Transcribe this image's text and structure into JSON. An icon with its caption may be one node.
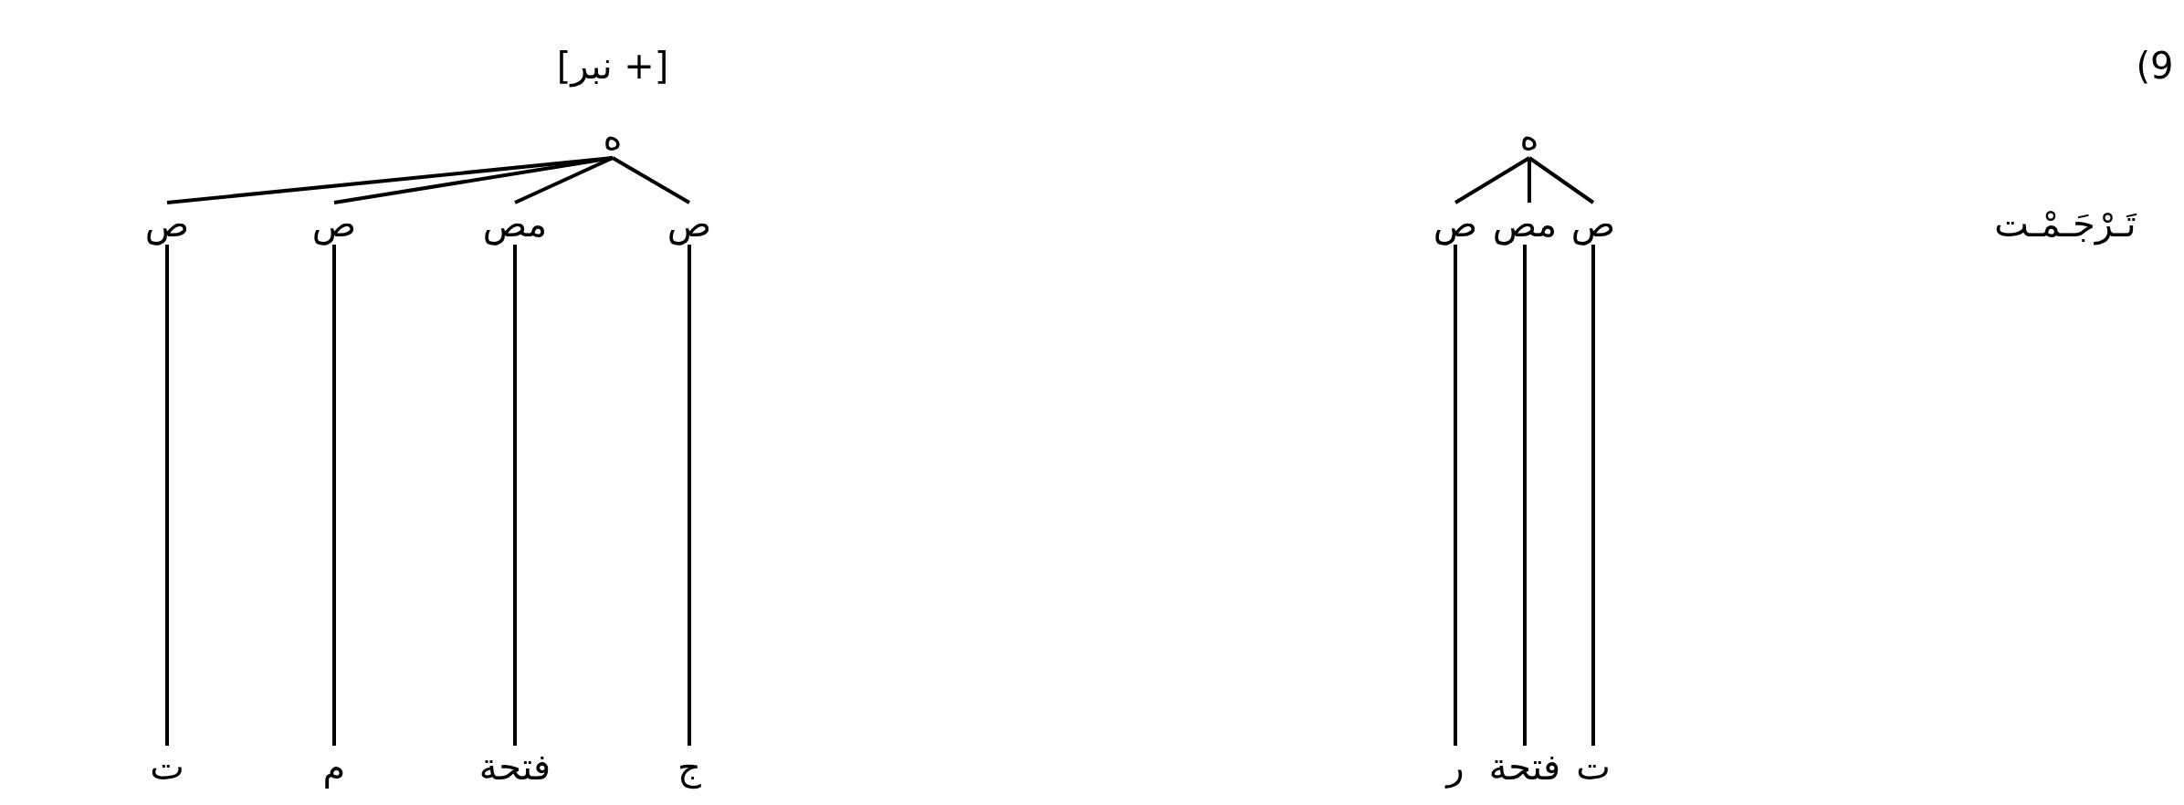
{
  "diagram": {
    "nodes": [
      {
        "text": [
          "ه"
        ]
      },
      {
        "text": [
          "ص"
        ]
      },
      {
        "text": [
          "مص"
        ]
      },
      {
        "text": [
          "ص"
        ]
      },
      {
        "text": [
          "ت"
        ]
      },
      {
        "text": [
          "فتحة"
        ]
      },
      {
        "text": [
          "ر"
        ]
      },
      {
        "text": [
          "ه"
        ]
      },
      {
        "text": [
          "ص"
        ]
      },
      {
        "text": [
          "مص"
        ]
      },
      {
        "text": [
          "ص"
        ]
      },
      {
        "text": [
          "ص"
        ]
      },
      {
        "text": [
          "ج"
        ]
      },
      {
        "text": [
          "فتحة"
        ]
      },
      {
        "text": [
          "م"
        ]
      },
      {
        "text": [
          "ت"
        ]
      }
    ],
    "edges": [
      {
        "from": 0,
        "to": 1,
        "arrow": "none"
      },
      {
        "from": 0,
        "to": 2,
        "arrow": "none"
      },
      {
        "from": 0,
        "to": 3,
        "arrow": "none"
      },
      {
        "from": 1,
        "to": 4,
        "arrow": "none"
      },
      {
        "from": 2,
        "to": 5,
        "arrow": "none"
      },
      {
        "from": 3,
        "to": 6,
        "arrow": "none"
      },
      {
        "from": 7,
        "to": 8,
        "arrow": "none"
      },
      {
        "from": 7,
        "to": 9,
        "arrow": "none"
      },
      {
        "from": 7,
        "to": 10,
        "arrow": "none"
      },
      {
        "from": 7,
        "to": 11,
        "arrow": "none"
      },
      {
        "from": 8,
        "to": 12,
        "arrow": "none"
      },
      {
        "from": 9,
        "to": 13,
        "arrow": "none"
      },
      {
        "from": 10,
        "to": 14,
        "arrow": "none"
      },
      {
        "from": 11,
        "to": 15,
        "arrow": "none"
      }
    ],
    "labels": [
      "(9",
      "[+ نبر]",
      "تَـرْجَـمْـت"
    ]
  }
}
